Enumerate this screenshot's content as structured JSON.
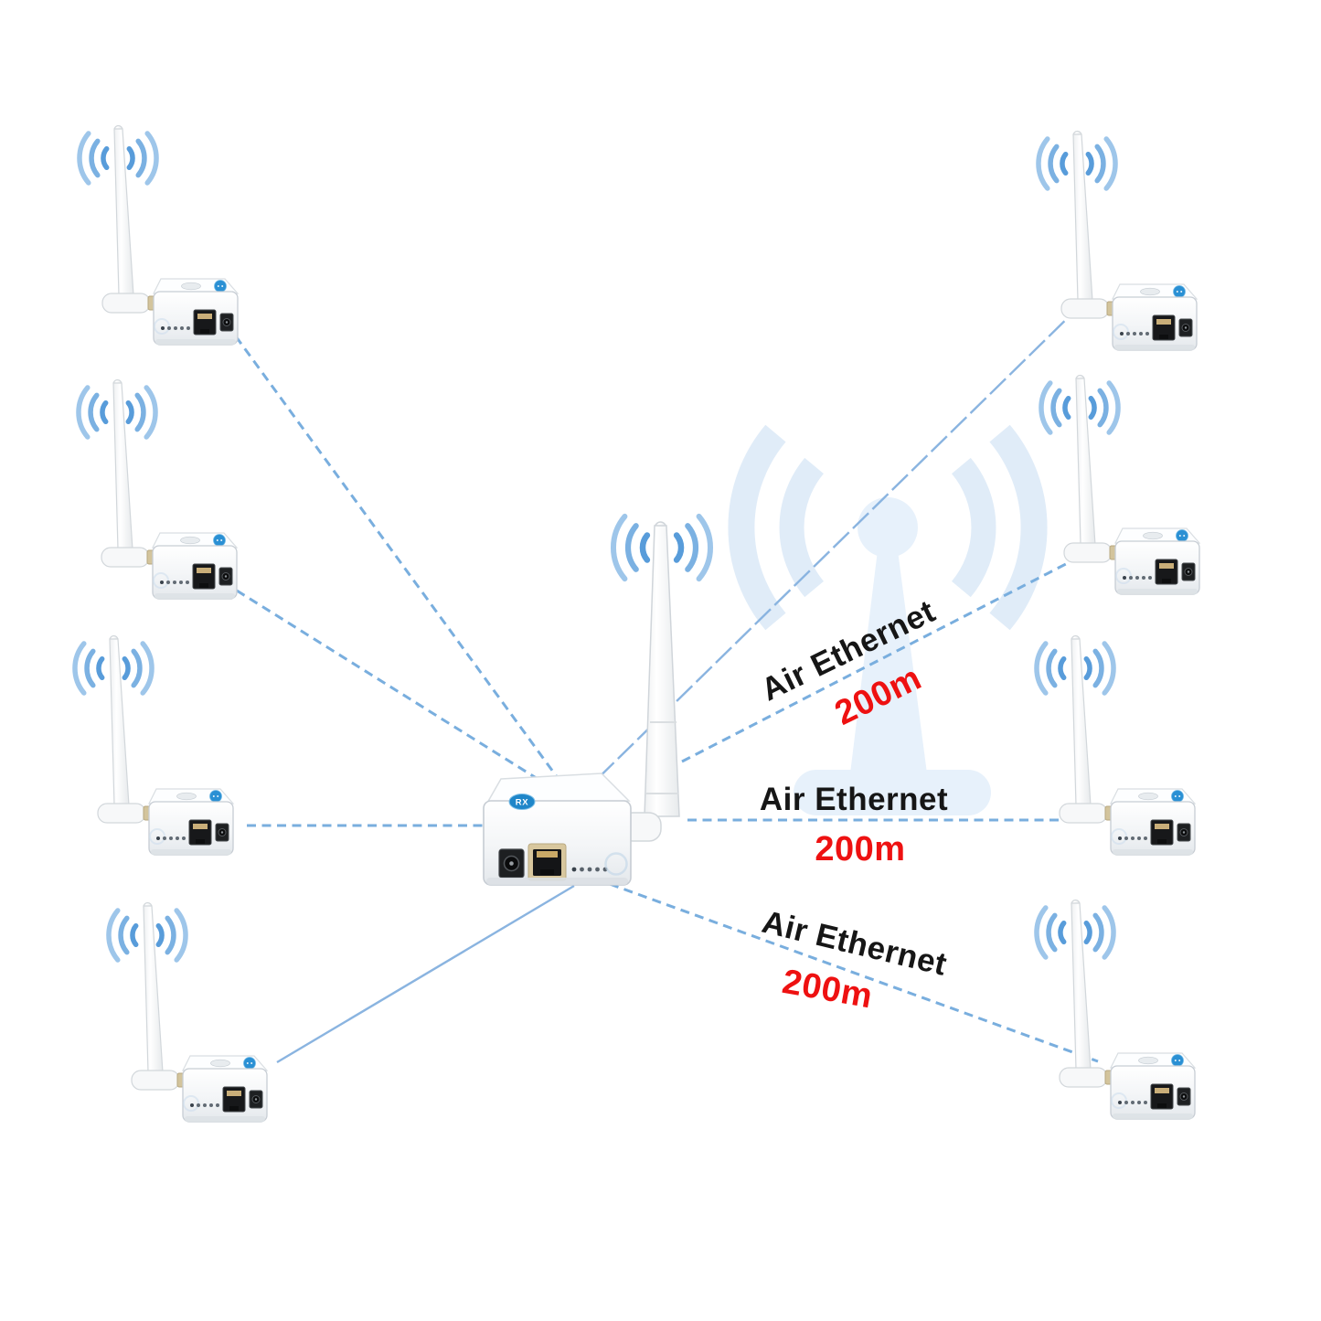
{
  "diagram": {
    "labels": [
      {
        "title": "Air Ethernet",
        "distance": "200m"
      },
      {
        "title": "Air Ethernet",
        "distance": "200m"
      },
      {
        "title": "Air Ethernet",
        "distance": "200m"
      }
    ],
    "base_station": {
      "badge": "RX"
    },
    "peripheral_device_count": 8,
    "link_styles": {
      "left_top": "dashed",
      "left_bottom": "solid",
      "right_top": "long-dash",
      "right_others": "dashed"
    },
    "colors": {
      "dashed_link_blue": "#79aede",
      "solid_link_blue": "#8ab4e0",
      "distance_red": "#ee1111",
      "label_black": "#161616",
      "wifi_arc_blue": "#4f97d8",
      "badge_blue": "#1f86c9",
      "tower_watermark_blue": "#e7f1fb"
    }
  }
}
